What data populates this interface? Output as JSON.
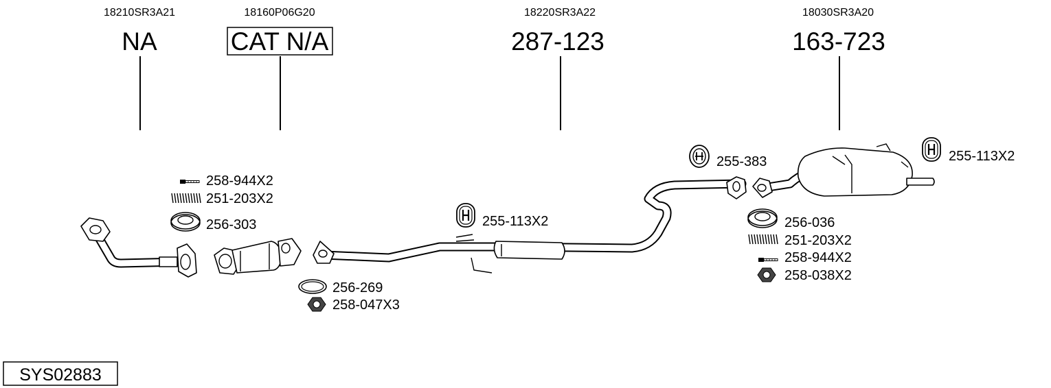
{
  "oem_numbers": [
    "18210SR3A21",
    "18160P06G20",
    "18220SR3A22",
    "18030SR3A20"
  ],
  "main_parts": [
    "NA",
    "CAT N/A",
    "287-123",
    "163-723"
  ],
  "small_parts": {
    "bolt_left": "258-944X2",
    "spring_left": "251-203X2",
    "gasket_left": "256-303",
    "ring_mid": "256-269",
    "nut_mid": "258-047X3",
    "hanger_mid": "255-113X2",
    "hanger_ring": "255-383",
    "hanger_right": "255-113X2",
    "gasket_right": "256-036",
    "spring_right": "251-203X2",
    "bolt_right": "258-944X2",
    "nut_right": "258-038X2"
  },
  "system_id": "SYS02883"
}
